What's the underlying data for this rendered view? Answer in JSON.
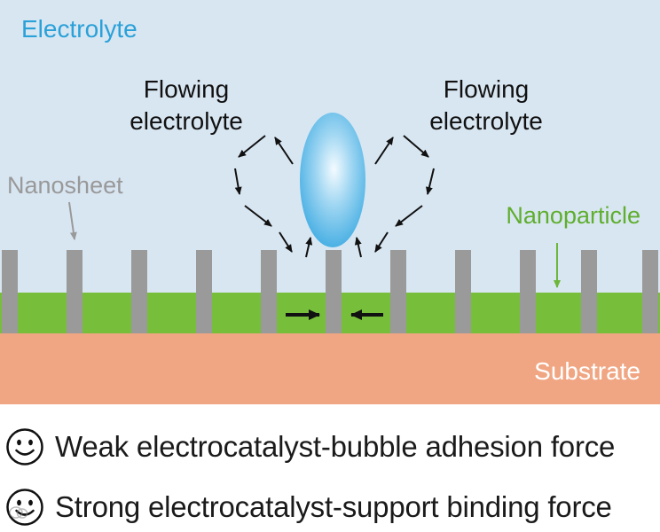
{
  "labels": {
    "electrolyte": "Electrolyte",
    "flowing_line1": "Flowing",
    "flowing_line2": "electrolyte",
    "nanosheet": "Nanosheet",
    "nanoparticle": "Nanoparticle",
    "substrate": "Substrate"
  },
  "legend": {
    "item1": "Weak electrocatalyst-bubble adhesion force",
    "item2": "Strong electrocatalyst-support binding force"
  },
  "icons": {
    "legend_icon": "smiley-icon",
    "bubble": "bubble-icon",
    "watermark": "watermark-icon"
  },
  "colors": {
    "electrolyte_bg": "#d8e6f2",
    "electrolyte_text": "#2aa1d8",
    "nanosheet": "#9a9a9a",
    "nanoparticle": "#77be3a",
    "substrate": "#f0a683",
    "substrate_text": "#ffffff"
  }
}
